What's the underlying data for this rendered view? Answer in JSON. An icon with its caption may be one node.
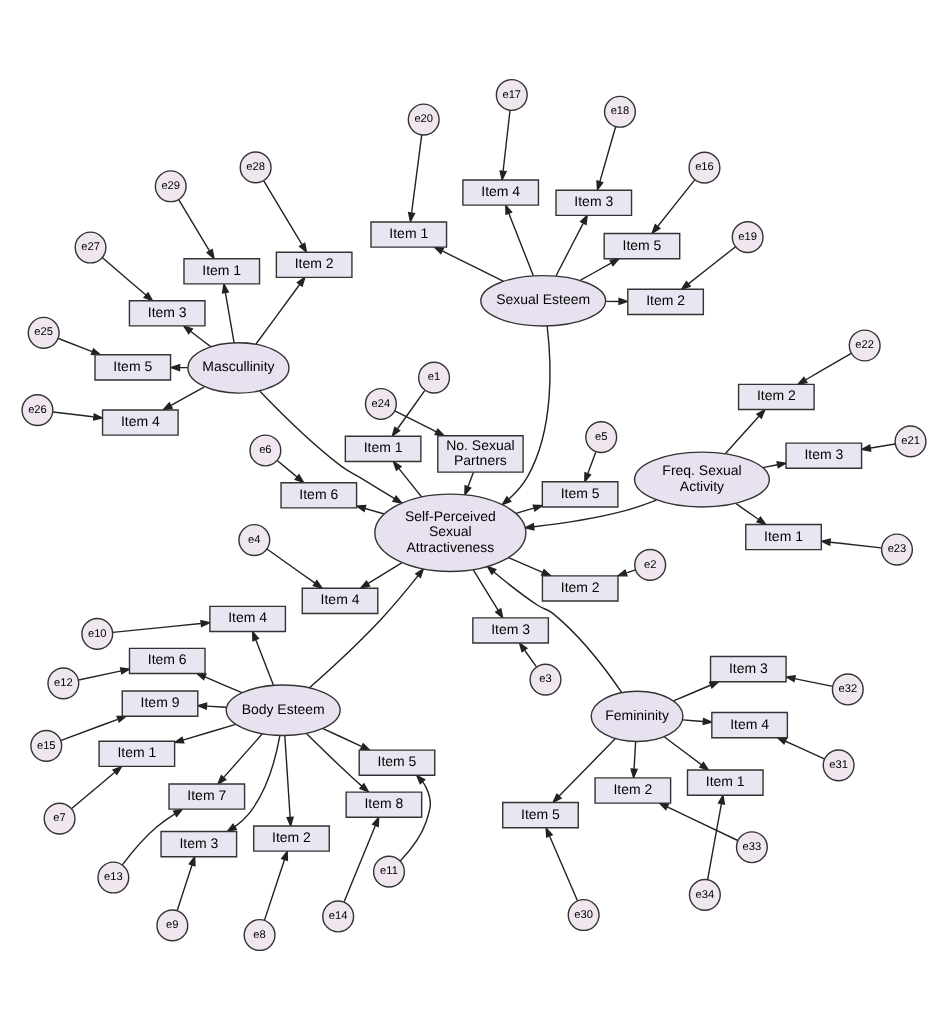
{
  "diagram": {
    "nodes": [
      {
        "text": [
          "e7"
        ]
      },
      {
        "text": [
          "e8"
        ]
      },
      {
        "text": [
          "e9"
        ]
      },
      {
        "text": [
          "e10"
        ]
      },
      {
        "text": [
          "e11"
        ]
      },
      {
        "text": [
          "e12"
        ]
      },
      {
        "text": [
          "e13"
        ]
      },
      {
        "text": [
          "e14"
        ]
      },
      {
        "text": [
          "e15"
        ]
      },
      {
        "text": [
          "Item 1"
        ]
      },
      {
        "text": [
          "Item 2"
        ]
      },
      {
        "text": [
          "Item 3"
        ]
      },
      {
        "text": [
          "Item 4"
        ]
      },
      {
        "text": [
          "Item 5"
        ]
      },
      {
        "text": [
          "Item 6"
        ]
      },
      {
        "text": [
          "Item 7"
        ]
      },
      {
        "text": [
          "Item 8"
        ]
      },
      {
        "text": [
          "Item 9"
        ]
      },
      {
        "text": [
          "Body Esteem"
        ]
      },
      {
        "text": [
          "e20"
        ]
      },
      {
        "text": [
          "e19"
        ]
      },
      {
        "text": [
          "e18"
        ]
      },
      {
        "text": [
          "e17"
        ]
      },
      {
        "text": [
          "e16"
        ]
      },
      {
        "text": [
          "Item 1"
        ]
      },
      {
        "text": [
          "Item 2"
        ]
      },
      {
        "text": [
          "Item 3"
        ]
      },
      {
        "text": [
          "Item 4"
        ]
      },
      {
        "text": [
          "Item 5"
        ]
      },
      {
        "text": [
          "Sexual Esteem"
        ]
      },
      {
        "text": [
          "Item 1"
        ]
      },
      {
        "text": [
          "Item 2"
        ]
      },
      {
        "text": [
          "Item 3"
        ]
      },
      {
        "text": [
          "Item 4"
        ]
      },
      {
        "text": [
          "Item 5"
        ]
      },
      {
        "text": [
          "Item 6"
        ]
      },
      {
        "text": [
          "e1"
        ]
      },
      {
        "text": [
          "e2"
        ]
      },
      {
        "text": [
          "e3"
        ]
      },
      {
        "text": [
          "e4"
        ]
      },
      {
        "text": [
          "e5"
        ]
      },
      {
        "text": [
          "e6"
        ]
      },
      {
        "text": [
          "e23"
        ]
      },
      {
        "text": [
          "e22"
        ]
      },
      {
        "text": [
          "e21"
        ]
      },
      {
        "text": [
          "Item 1"
        ]
      },
      {
        "text": [
          "Item 2"
        ]
      },
      {
        "text": [
          "Item 3"
        ]
      },
      {
        "text": [
          "Freq. Sexual Activity"
        ]
      },
      {
        "text": [
          "Self-Perceived Sexual Attractiveness"
        ]
      },
      {
        "text": [
          "e24"
        ]
      },
      {
        "text": [
          "No. Sexual Partners"
        ]
      },
      {
        "text": [
          "e29"
        ]
      },
      {
        "text": [
          "e28"
        ]
      },
      {
        "text": [
          "e27"
        ]
      },
      {
        "text": [
          "e26"
        ]
      },
      {
        "text": [
          "e25"
        ]
      },
      {
        "text": [
          "Item 1"
        ]
      },
      {
        "text": [
          "Item 2"
        ]
      },
      {
        "text": [
          "Item 3"
        ]
      },
      {
        "text": [
          "Item 4"
        ]
      },
      {
        "text": [
          "Item 5"
        ]
      },
      {
        "text": [
          "Mascullinity"
        ]
      },
      {
        "text": [
          "Femininity"
        ]
      },
      {
        "text": [
          "Item 1"
        ]
      },
      {
        "text": [
          "Item 2"
        ]
      },
      {
        "text": [
          "Item 3"
        ]
      },
      {
        "text": [
          "Item 4"
        ]
      },
      {
        "text": [
          "Item 5"
        ]
      },
      {
        "text": [
          "e34"
        ]
      },
      {
        "text": [
          "e33"
        ]
      },
      {
        "text": [
          "e32"
        ]
      },
      {
        "text": [
          "e31"
        ]
      },
      {
        "text": [
          "e30"
        ]
      }
    ],
    "edges": [
      {
        "from": 0,
        "to": 9,
        "arrow": "to"
      },
      {
        "from": 1,
        "to": 10,
        "arrow": "to"
      },
      {
        "from": 2,
        "to": 11,
        "arrow": "to"
      },
      {
        "from": 3,
        "to": 12,
        "arrow": "to"
      },
      {
        "from": 4,
        "to": 13,
        "arrow": "to"
      },
      {
        "from": 5,
        "to": 14,
        "arrow": "to"
      },
      {
        "from": 6,
        "to": 15,
        "arrow": "to"
      },
      {
        "from": 7,
        "to": 16,
        "arrow": "to"
      },
      {
        "from": 8,
        "to": 17,
        "arrow": "to"
      },
      {
        "from": 18,
        "to": 9,
        "arrow": "to"
      },
      {
        "from": 18,
        "to": 10,
        "arrow": "to"
      },
      {
        "from": 18,
        "to": 11,
        "arrow": "to"
      },
      {
        "from": 18,
        "to": 12,
        "arrow": "to"
      },
      {
        "from": 18,
        "to": 13,
        "arrow": "to"
      },
      {
        "from": 18,
        "to": 14,
        "arrow": "to"
      },
      {
        "from": 18,
        "to": 15,
        "arrow": "to"
      },
      {
        "from": 18,
        "to": 16,
        "arrow": "to"
      },
      {
        "from": 18,
        "to": 17,
        "arrow": "to"
      },
      {
        "from": 19,
        "to": 24,
        "arrow": "to"
      },
      {
        "from": 20,
        "to": 25,
        "arrow": "to"
      },
      {
        "from": 21,
        "to": 26,
        "arrow": "to"
      },
      {
        "from": 22,
        "to": 27,
        "arrow": "to"
      },
      {
        "from": 23,
        "to": 28,
        "arrow": "to"
      },
      {
        "from": 29,
        "to": 24,
        "arrow": "to"
      },
      {
        "from": 29,
        "to": 25,
        "arrow": "to"
      },
      {
        "from": 29,
        "to": 26,
        "arrow": "to"
      },
      {
        "from": 29,
        "to": 27,
        "arrow": "to"
      },
      {
        "from": 29,
        "to": 28,
        "arrow": "to"
      },
      {
        "from": 49,
        "to": 30,
        "arrow": "to"
      },
      {
        "from": 49,
        "to": 31,
        "arrow": "to"
      },
      {
        "from": 49,
        "to": 32,
        "arrow": "to"
      },
      {
        "from": 49,
        "to": 33,
        "arrow": "to"
      },
      {
        "from": 49,
        "to": 34,
        "arrow": "to"
      },
      {
        "from": 49,
        "to": 35,
        "arrow": "to"
      },
      {
        "from": 36,
        "to": 30,
        "arrow": "to"
      },
      {
        "from": 37,
        "to": 31,
        "arrow": "to"
      },
      {
        "from": 38,
        "to": 32,
        "arrow": "to"
      },
      {
        "from": 39,
        "to": 33,
        "arrow": "to"
      },
      {
        "from": 40,
        "to": 34,
        "arrow": "to"
      },
      {
        "from": 41,
        "to": 35,
        "arrow": "to"
      },
      {
        "from": 42,
        "to": 45,
        "arrow": "to"
      },
      {
        "from": 43,
        "to": 46,
        "arrow": "to"
      },
      {
        "from": 44,
        "to": 47,
        "arrow": "to"
      },
      {
        "from": 48,
        "to": 45,
        "arrow": "to"
      },
      {
        "from": 48,
        "to": 46,
        "arrow": "to"
      },
      {
        "from": 48,
        "to": 47,
        "arrow": "to"
      },
      {
        "from": 50,
        "to": 51,
        "arrow": "to"
      },
      {
        "from": 52,
        "to": 57,
        "arrow": "to"
      },
      {
        "from": 53,
        "to": 58,
        "arrow": "to"
      },
      {
        "from": 54,
        "to": 59,
        "arrow": "to"
      },
      {
        "from": 55,
        "to": 60,
        "arrow": "to"
      },
      {
        "from": 56,
        "to": 61,
        "arrow": "to"
      },
      {
        "from": 62,
        "to": 57,
        "arrow": "to"
      },
      {
        "from": 62,
        "to": 58,
        "arrow": "to"
      },
      {
        "from": 62,
        "to": 59,
        "arrow": "to"
      },
      {
        "from": 62,
        "to": 60,
        "arrow": "to"
      },
      {
        "from": 62,
        "to": 61,
        "arrow": "to"
      },
      {
        "from": 63,
        "to": 64,
        "arrow": "to"
      },
      {
        "from": 63,
        "to": 65,
        "arrow": "to"
      },
      {
        "from": 63,
        "to": 66,
        "arrow": "to"
      },
      {
        "from": 63,
        "to": 67,
        "arrow": "to"
      },
      {
        "from": 63,
        "to": 68,
        "arrow": "to"
      },
      {
        "from": 69,
        "to": 64,
        "arrow": "to"
      },
      {
        "from": 70,
        "to": 65,
        "arrow": "to"
      },
      {
        "from": 71,
        "to": 66,
        "arrow": "to"
      },
      {
        "from": 72,
        "to": 67,
        "arrow": "to"
      },
      {
        "from": 73,
        "to": 68,
        "arrow": "to"
      },
      {
        "from": 18,
        "to": 49,
        "arrow": "to"
      },
      {
        "from": 29,
        "to": 49,
        "arrow": "to"
      },
      {
        "from": 48,
        "to": 49,
        "arrow": "to"
      },
      {
        "from": 51,
        "to": 49,
        "arrow": "to"
      },
      {
        "from": 62,
        "to": 49,
        "arrow": "to"
      },
      {
        "from": 63,
        "to": 49,
        "arrow": "to"
      }
    ]
  }
}
